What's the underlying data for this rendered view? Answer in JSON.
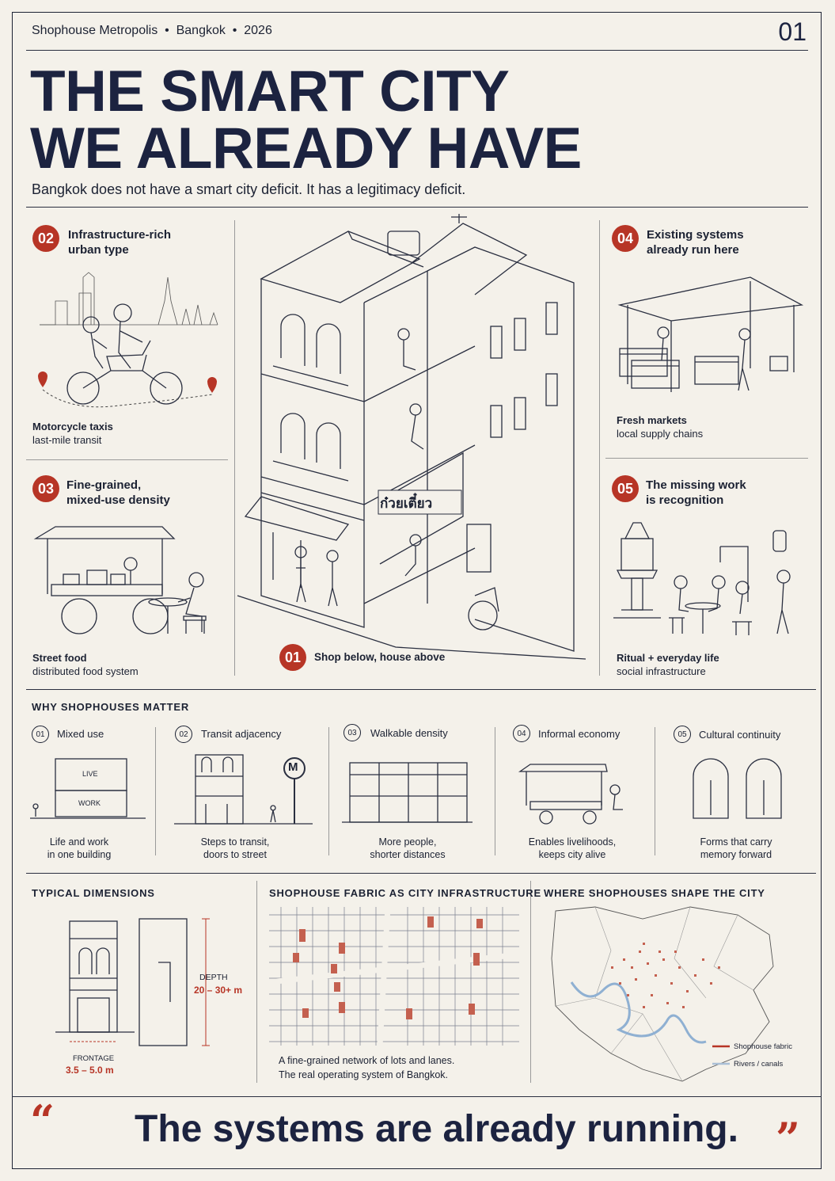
{
  "header": {
    "meta": "Shophouse Metropolis  •  Bangkok  •  2026",
    "page_number": "01",
    "title_line1": "THE SMART CITY",
    "title_line2": "WE ALREADY HAVE",
    "subtitle": "Bangkok does not have a smart city deficit. It has a legitimacy deficit."
  },
  "panels": {
    "p02": {
      "num": "02",
      "title": "Infrastructure-rich\nurban type",
      "caption_title": "Motorcycle taxis",
      "caption_sub": "last-mile transit"
    },
    "p03": {
      "num": "03",
      "title": "Fine-grained,\nmixed-use density",
      "caption_title": "Street food",
      "caption_sub": "distributed food system"
    },
    "p01": {
      "num": "01",
      "title": "Shop below, house above",
      "sign": "ก๋วยเตี๋ยว"
    },
    "p04": {
      "num": "04",
      "title": "Existing systems\nalready run here",
      "caption_title": "Fresh markets",
      "caption_sub": "local supply chains"
    },
    "p05": {
      "num": "05",
      "title": "The missing work\nis recognition",
      "caption_title": "Ritual + everyday life",
      "caption_sub": "social infrastructure"
    }
  },
  "why": {
    "heading": "WHY SHOPHOUSES MATTER",
    "items": [
      {
        "num": "01",
        "title": "Mixed use",
        "caption": "Life and work\nin one building",
        "labels": [
          "LIVE",
          "WORK"
        ]
      },
      {
        "num": "02",
        "title": "Transit adjacency",
        "caption": "Steps to transit,\ndoors to street",
        "labels": [
          "M"
        ]
      },
      {
        "num": "03",
        "title": "Walkable density",
        "caption": "More people,\nshorter distances"
      },
      {
        "num": "04",
        "title": "Informal economy",
        "caption": "Enables livelihoods,\nkeeps city alive"
      },
      {
        "num": "05",
        "title": "Cultural continuity",
        "caption": "Forms that carry\nmemory forward"
      }
    ]
  },
  "dimensions": {
    "heading": "TYPICAL DIMENSIONS",
    "depth_label": "DEPTH",
    "depth_value": "20 – 30+ m",
    "frontage_label": "FRONTAGE",
    "frontage_value": "3.5 – 5.0 m"
  },
  "fabric": {
    "heading": "SHOPHOUSE FABRIC AS CITY INFRASTRUCTURE",
    "caption": "A fine-grained network of lots and lanes.\nThe real operating system of Bangkok."
  },
  "map": {
    "heading": "WHERE SHOPHOUSES SHAPE THE CITY",
    "legend": [
      {
        "label": "Shophouse fabric",
        "color": "#b73526"
      },
      {
        "label": "Rivers / canals",
        "color": "#a9bfd6"
      }
    ]
  },
  "quote": {
    "open": "“",
    "text": "The systems are already running.",
    "close": "”"
  },
  "colors": {
    "accent": "#b73526",
    "navy": "#1c2340",
    "background": "#f4f1ea"
  }
}
